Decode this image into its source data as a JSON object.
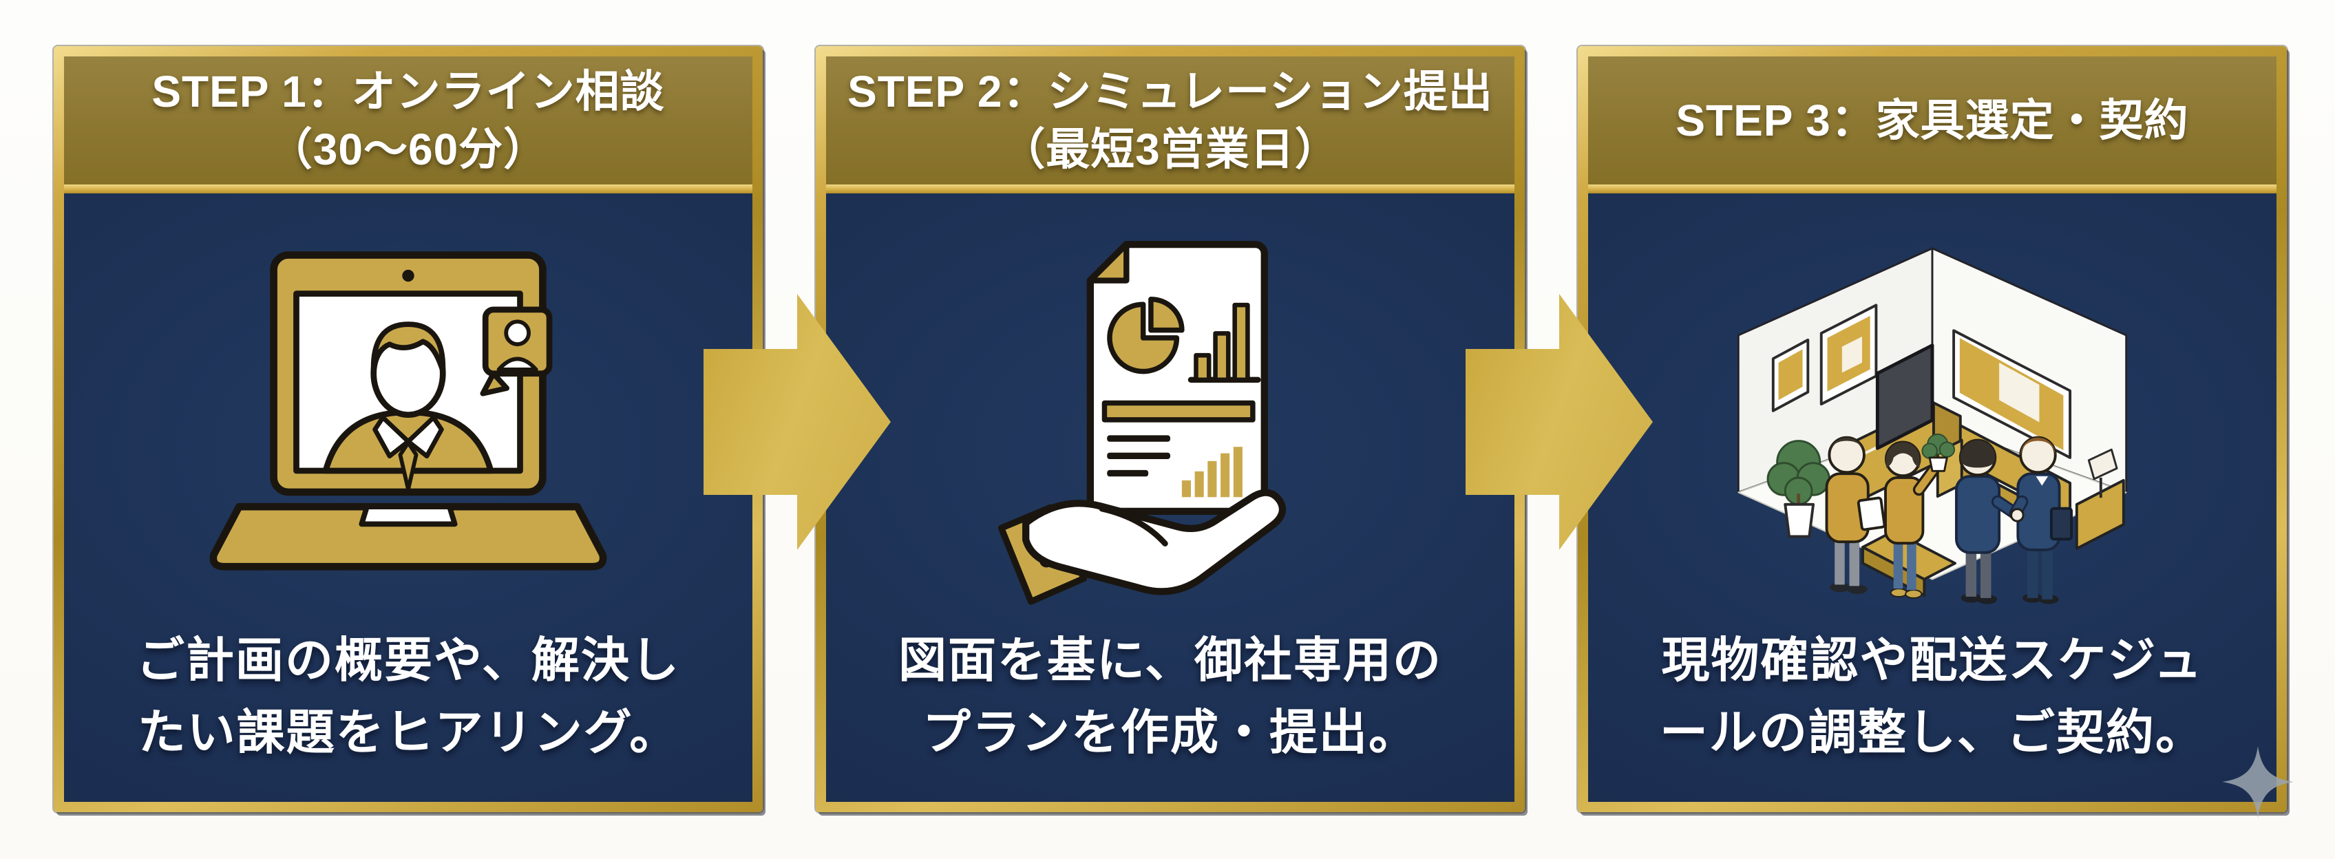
{
  "diagram": {
    "kind": "three-step-process-infographic",
    "language": "ja"
  },
  "steps": [
    {
      "title": "STEP 1：オンライン相談\n（30〜60分）",
      "caption": "ご計画の概要や、解決し\nたい課題をヒアリング。",
      "icon": "laptop-video-call-icon"
    },
    {
      "title": "STEP 2：シミュレーション提出\n（最短3営業日）",
      "caption": "図面を基に、御社専用の\nプランを作成・提出。",
      "icon": "document-charts-hand-icon"
    },
    {
      "title": "STEP 3：家具選定・契約",
      "caption": "現物確認や配送スケジュ\nールの調整し、ご契約。",
      "icon": "isometric-furniture-room-icon"
    }
  ],
  "arrows": [
    {
      "name": "arrow-step1-to-step2",
      "shape": "right-arrow"
    },
    {
      "name": "arrow-step2-to-step3",
      "shape": "right-arrow"
    }
  ],
  "decorations": [
    {
      "name": "sparkle-icon",
      "shape": "four-point-star",
      "color": "#9ba4af"
    }
  ],
  "colors": {
    "page_background": "#fdfdfb",
    "card_body_navy": "#1c2f52",
    "header_gold": "#8c7731",
    "frame_gold": "#cfa943",
    "frame_gold_light": "#f0d883",
    "arrow_gold": "#d4b34e",
    "illustration_gold": "#c9a84c",
    "outline_black": "#1a160f",
    "text_white": "#ffffff"
  }
}
